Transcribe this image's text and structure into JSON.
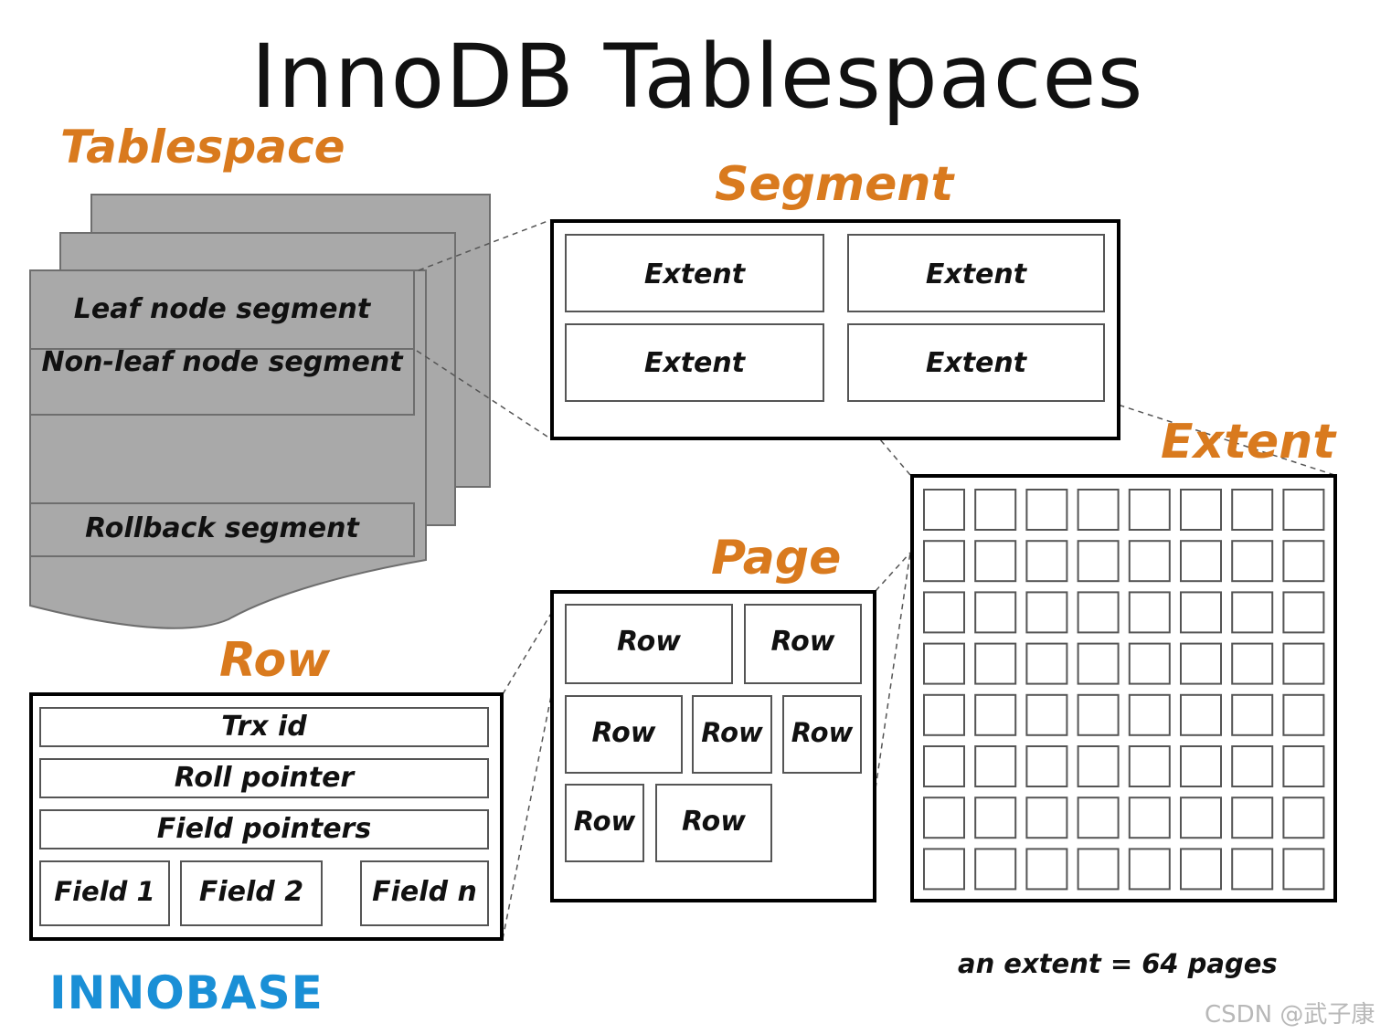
{
  "title": "InnoDB Tablespaces",
  "tablespace": {
    "label": "Tablespace",
    "segments": [
      "Leaf node segment",
      "Non-leaf node segment",
      "Rollback segment"
    ]
  },
  "segment": {
    "label": "Segment",
    "extents": [
      "Extent",
      "Extent",
      "Extent",
      "Extent"
    ]
  },
  "extent": {
    "label": "Extent",
    "grid_rows": 8,
    "grid_cols": 8,
    "note": "an extent = 64 pages"
  },
  "page": {
    "label": "Page",
    "rows": [
      "Row",
      "Row",
      "Row",
      "Row",
      "Row",
      "Row",
      "Row"
    ]
  },
  "row": {
    "label": "Row",
    "header_fields": [
      "Trx id",
      "Roll pointer",
      "Field pointers"
    ],
    "fields": [
      "Field 1",
      "Field 2",
      "Field n"
    ]
  },
  "logo": {
    "text": "INNOBASE"
  },
  "watermark": "CSDN @武子康",
  "colors": {
    "accent": "#d97a1e",
    "logo": "#1a8fd6",
    "sheet": "#a9a9a9"
  }
}
